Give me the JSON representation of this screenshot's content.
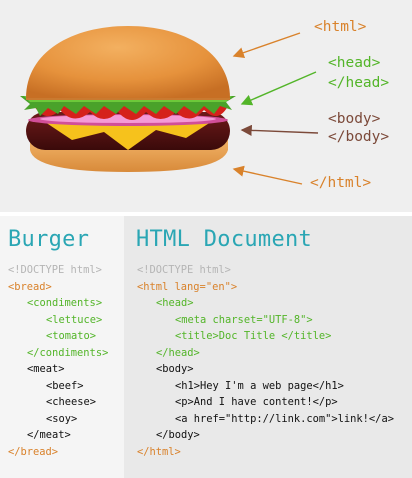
{
  "colors": {
    "orange": "#d9822b",
    "green": "#53b529",
    "brown": "#7c4a3a",
    "teal": "#2aa6b4",
    "gray": "#b5b5b5",
    "black": "#111111"
  },
  "labels": {
    "html_open": "<html>",
    "head_open": "<head>",
    "head_close": "</head>",
    "body_open": "<body>",
    "body_close": "</body>",
    "html_close": "</html>"
  },
  "burger": {
    "title": "Burger",
    "lines": [
      {
        "text": "<!DOCTYPE html>",
        "indent": 0,
        "color": "gray"
      },
      {
        "text": "<bread>",
        "indent": 0,
        "color": "orange"
      },
      {
        "text": "<condiments>",
        "indent": 1,
        "color": "green"
      },
      {
        "text": "<lettuce>",
        "indent": 2,
        "color": "green"
      },
      {
        "text": "<tomato>",
        "indent": 2,
        "color": "green"
      },
      {
        "text": "</condiments>",
        "indent": 1,
        "color": "green"
      },
      {
        "text": "<meat>",
        "indent": 1,
        "color": "black"
      },
      {
        "text": "<beef>",
        "indent": 2,
        "color": "black"
      },
      {
        "text": "<cheese>",
        "indent": 2,
        "color": "black"
      },
      {
        "text": "<soy>",
        "indent": 2,
        "color": "black"
      },
      {
        "text": "</meat>",
        "indent": 1,
        "color": "black"
      },
      {
        "text": "</bread>",
        "indent": 0,
        "color": "orange"
      }
    ]
  },
  "html_doc": {
    "title": "HTML Document",
    "lines": [
      {
        "text": "<!DOCTYPE html>",
        "indent": 0,
        "color": "gray"
      },
      {
        "text": "<html lang=\"en\">",
        "indent": 0,
        "color": "orange"
      },
      {
        "text": "<head>",
        "indent": 1,
        "color": "green"
      },
      {
        "text": "<meta charset=\"UTF-8\">",
        "indent": 2,
        "color": "green"
      },
      {
        "text": "<title>Doc Title </title>",
        "indent": 2,
        "color": "green"
      },
      {
        "text": "</head>",
        "indent": 1,
        "color": "green"
      },
      {
        "text": "<body>",
        "indent": 1,
        "color": "black"
      },
      {
        "text": "<h1>Hey I'm a web page</h1>",
        "indent": 2,
        "color": "black"
      },
      {
        "text": "<p>And I have content!</p>",
        "indent": 2,
        "color": "black"
      },
      {
        "text": "<a href=\"http://link.com\">link!</a>",
        "indent": 2,
        "color": "black"
      },
      {
        "text": "</body>",
        "indent": 1,
        "color": "black"
      },
      {
        "text": "</html>",
        "indent": 0,
        "color": "orange"
      }
    ]
  }
}
